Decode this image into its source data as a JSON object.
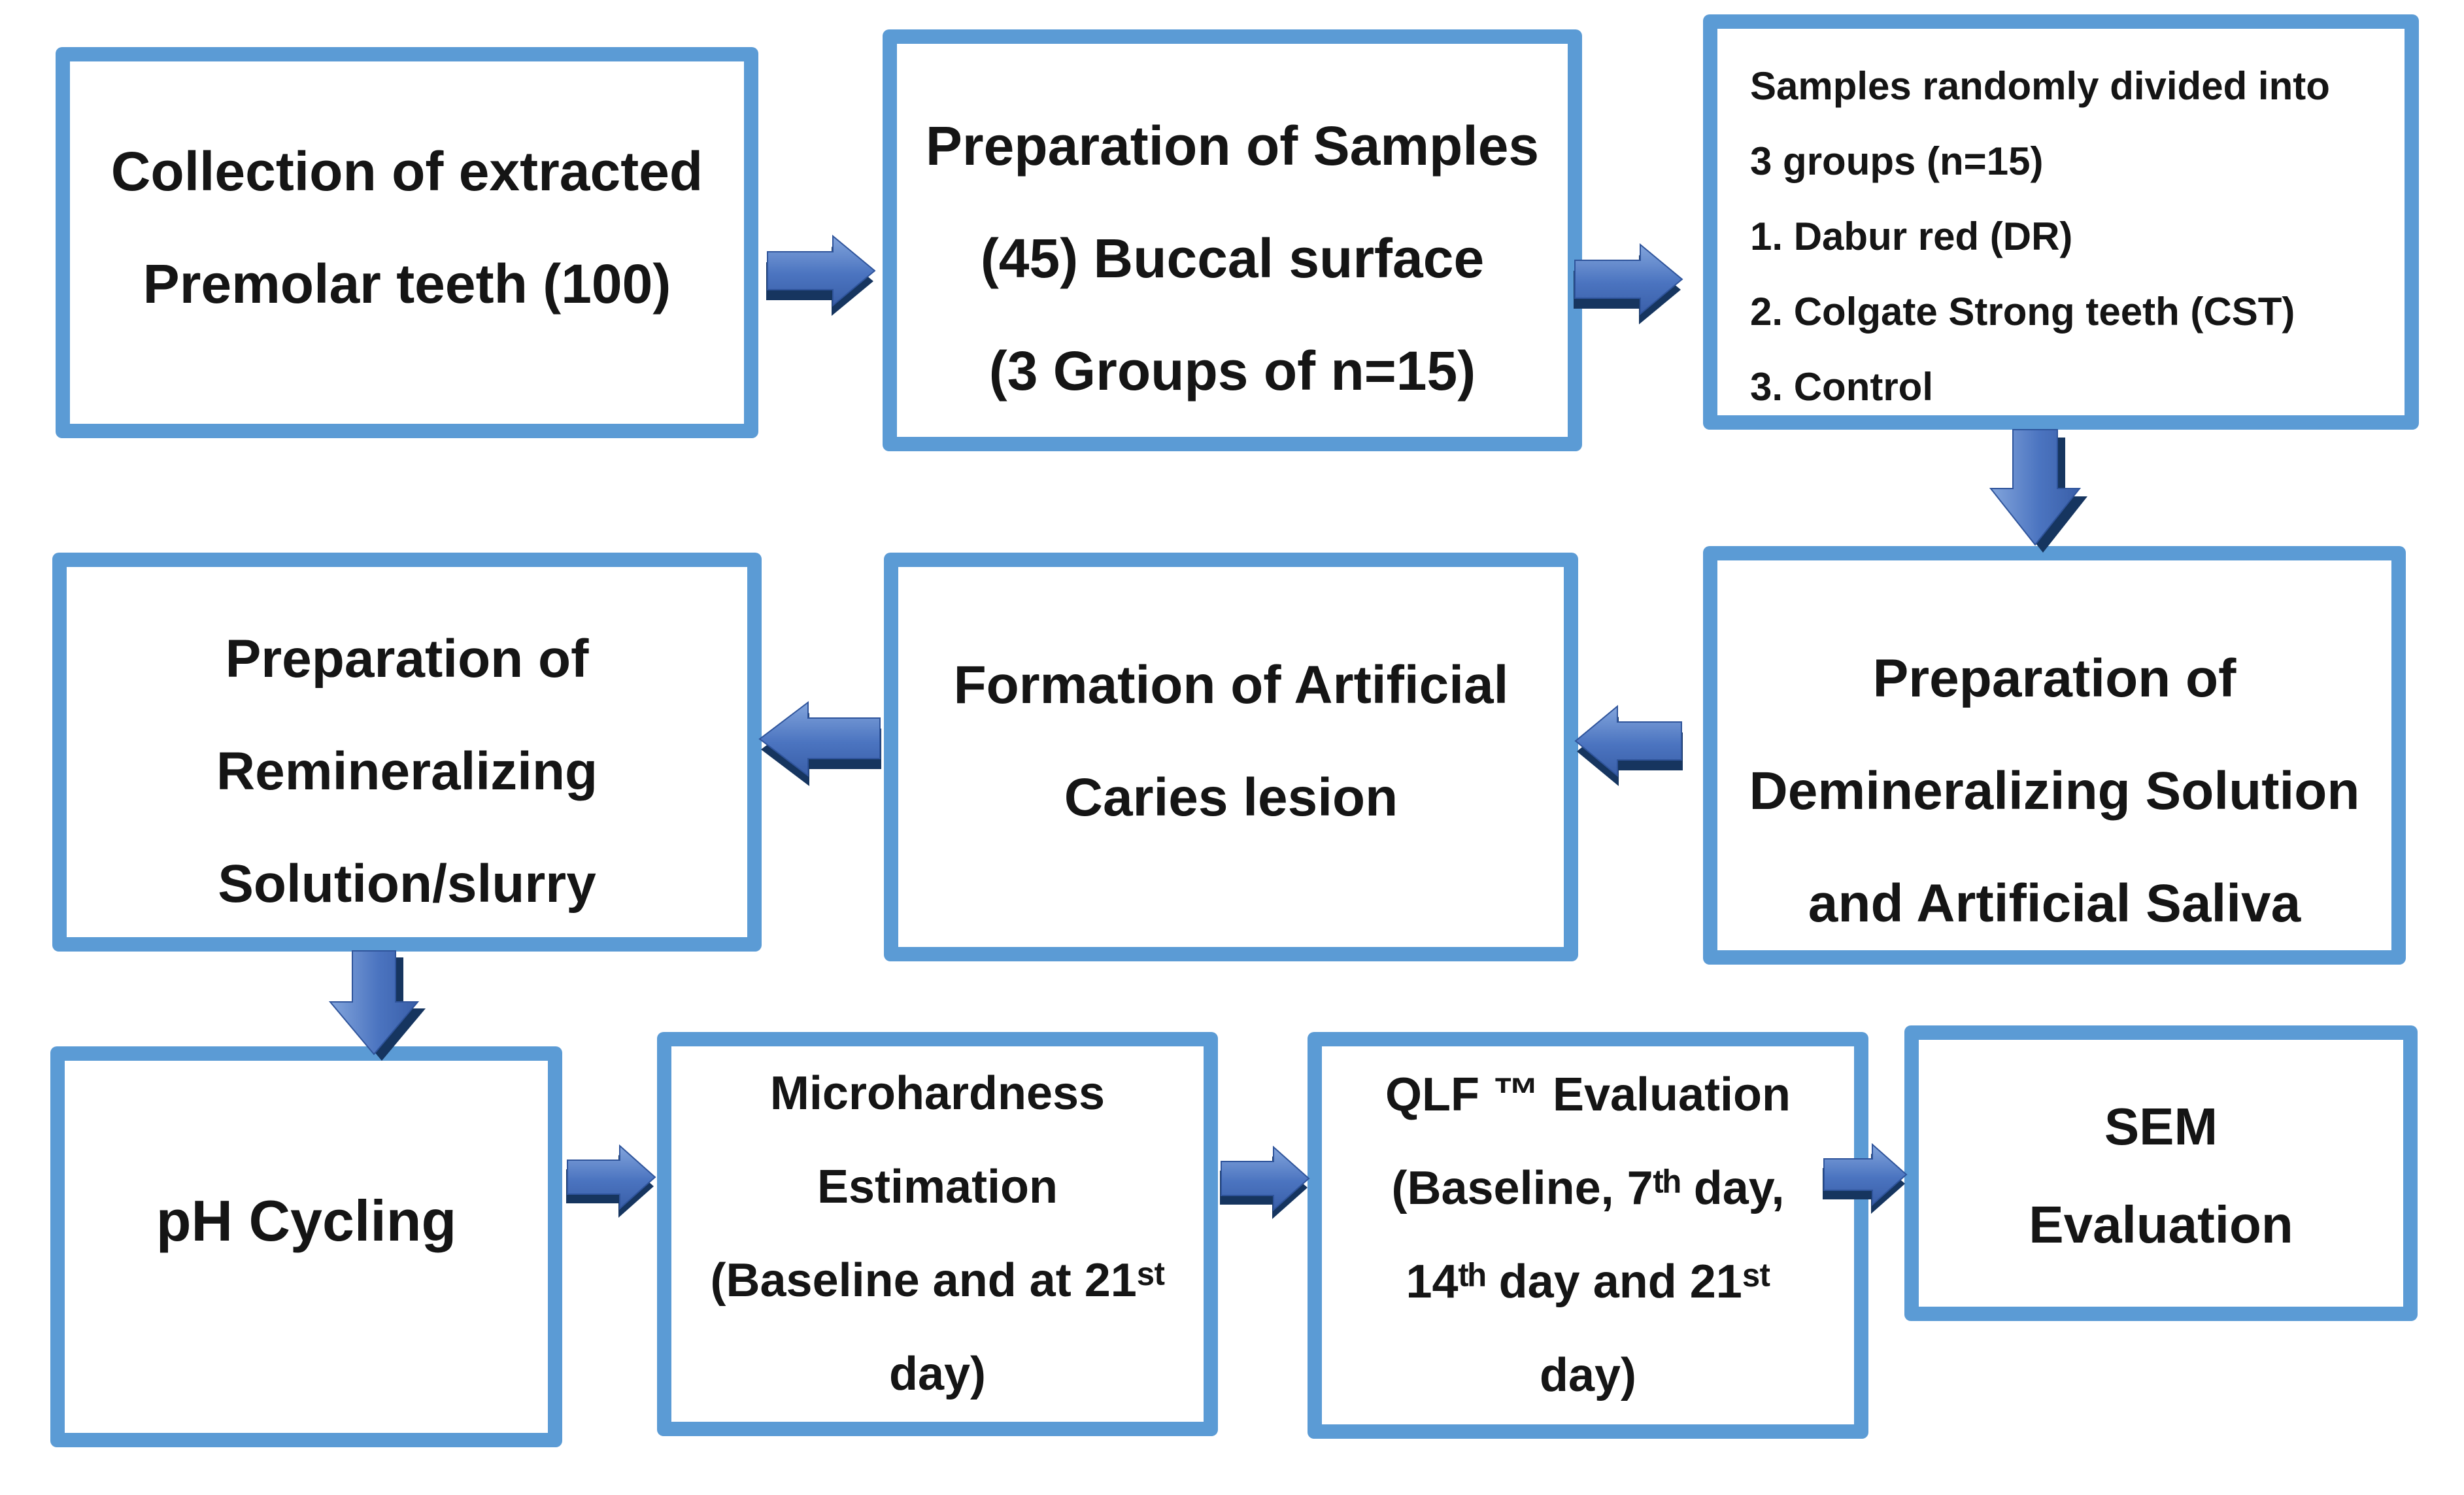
{
  "diagram": {
    "type": "flowchart",
    "colors": {
      "box_border": "#5b9bd5",
      "arrow_fill": "#4472c4",
      "arrow_fill_light": "#83a5dc",
      "arrow_shadow": "#16355f",
      "text": "#151515",
      "background": "#ffffff"
    },
    "boxes": {
      "collection": {
        "lines": [
          "Collection of extracted",
          "Premolar teeth (100)"
        ]
      },
      "preparation_samples": {
        "lines": [
          "Preparation of Samples",
          "(45) Buccal surface",
          "(3 Groups of n=15)"
        ]
      },
      "random_division": {
        "intro_lines": [
          "Samples randomly divided into",
          "3 groups (n=15)"
        ],
        "groups": [
          {
            "num": "1.",
            "label": "Dabur red (DR)"
          },
          {
            "num": "2.",
            "label": "Colgate Strong teeth (CST)"
          },
          {
            "num": "3.",
            "label": "Control"
          }
        ]
      },
      "demineralizing": {
        "lines": [
          "Preparation of",
          "Demineralizing Solution",
          "and Artificial Saliva"
        ]
      },
      "caries_lesion": {
        "lines": [
          "Formation of Artificial",
          "Caries lesion"
        ]
      },
      "remineralizing": {
        "lines": [
          "Preparation of",
          "Remineralizing",
          "Solution/slurry"
        ]
      },
      "ph_cycling": {
        "lines": [
          "pH Cycling"
        ]
      },
      "microhardness": {
        "lines": [
          "Microhardness",
          "Estimation",
          "(Baseline and at 21ˢᵗ",
          "day)"
        ]
      },
      "qlf": {
        "lines": [
          "QLF ™ Evaluation",
          "(Baseline, 7ᵗʰ day,",
          "14ᵗʰ day and 21ˢᵗ",
          "day)"
        ]
      },
      "sem": {
        "lines": [
          "SEM",
          "Evaluation"
        ]
      }
    },
    "arrows": [
      {
        "direction": "right",
        "from": "collection",
        "to": "preparation_samples"
      },
      {
        "direction": "right",
        "from": "preparation_samples",
        "to": "random_division"
      },
      {
        "direction": "down",
        "from": "random_division",
        "to": "demineralizing"
      },
      {
        "direction": "left",
        "from": "demineralizing",
        "to": "caries_lesion"
      },
      {
        "direction": "left",
        "from": "caries_lesion",
        "to": "remineralizing"
      },
      {
        "direction": "down",
        "from": "remineralizing",
        "to": "ph_cycling"
      },
      {
        "direction": "right",
        "from": "ph_cycling",
        "to": "microhardness"
      },
      {
        "direction": "right",
        "from": "microhardness",
        "to": "qlf"
      },
      {
        "direction": "right",
        "from": "qlf",
        "to": "sem"
      }
    ]
  }
}
